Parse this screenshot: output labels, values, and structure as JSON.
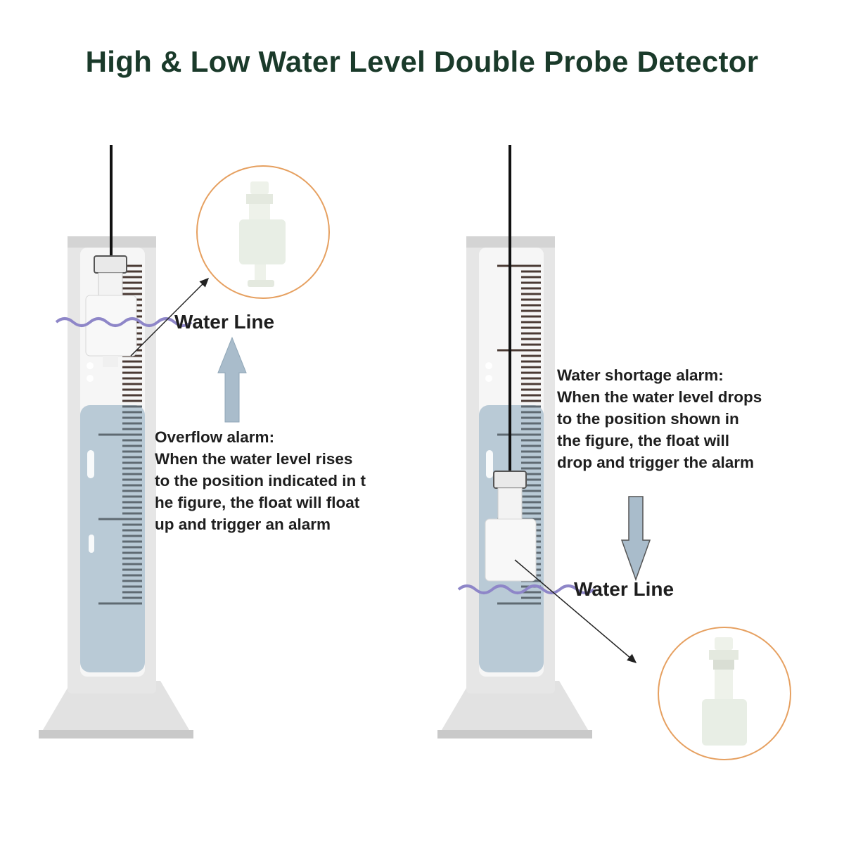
{
  "title": "High & Low Water Level Double Probe Detector",
  "left_panel": {
    "water_line_label": "Water Line",
    "description": [
      "Overflow alarm:",
      "When the water level rises",
      "to the position indicated in t",
      "he figure, the float will float",
      "up and trigger an alarm"
    ]
  },
  "right_panel": {
    "water_line_label": "Water Line",
    "description": [
      "Water shortage alarm:",
      "When the water level drops",
      "to the position shown in",
      "the figure, the float will",
      "drop and trigger the alarm"
    ]
  },
  "colors": {
    "title": "#1a3a2a",
    "water": "#b9cad6",
    "cylinder": "#e4e4e4",
    "wave": "#8e86c8",
    "callout_ring": "#e6a060",
    "arrow": "#a9bccb"
  }
}
